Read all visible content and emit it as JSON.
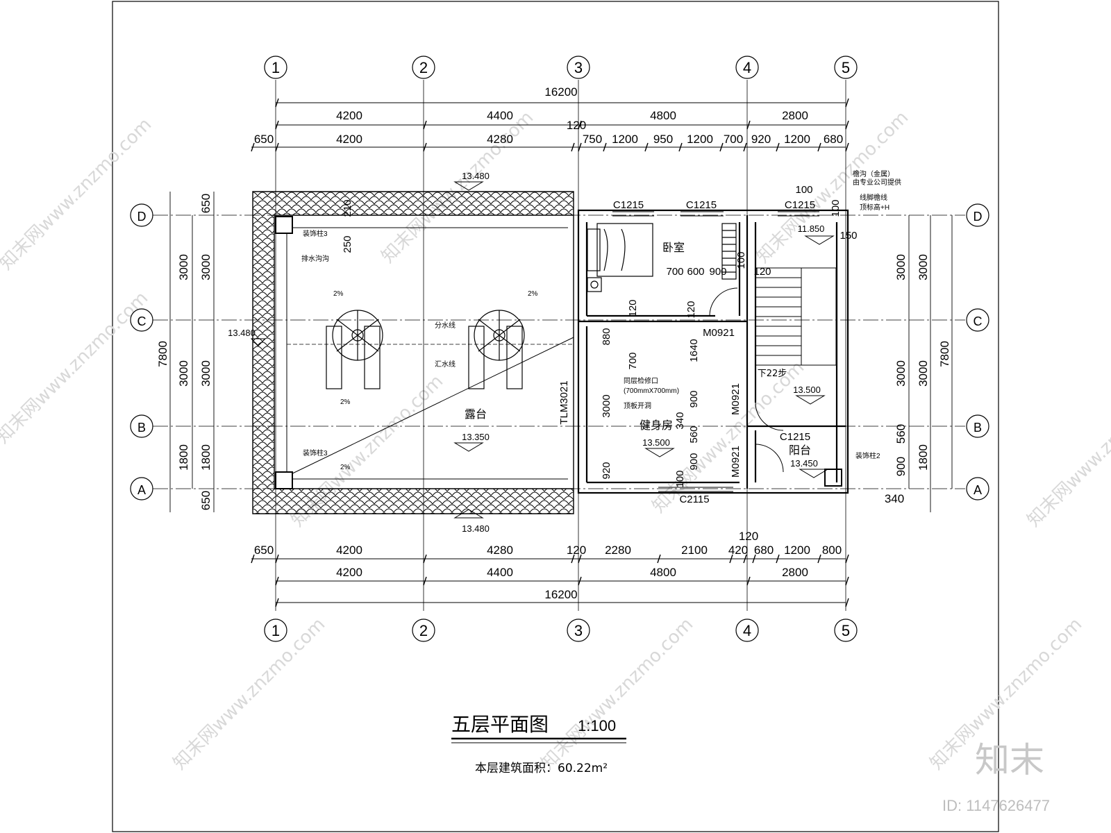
{
  "drawing": {
    "title": "五层平面图",
    "scale": "1:100",
    "area_label": "本层建筑面积：60.22m²",
    "axes_numeric": [
      "1",
      "2",
      "3",
      "4",
      "5"
    ],
    "axes_alpha": [
      "D",
      "C",
      "B",
      "A"
    ],
    "dims_top_total": "16200",
    "dims_top_bays": [
      "4200",
      "4400",
      "4800",
      "2800"
    ],
    "dims_top_detail": [
      "650",
      "4200",
      "4280",
      "120",
      "750",
      "1200",
      "950",
      "1200",
      "700",
      "920",
      "1200",
      "680"
    ],
    "dims_bottom_detail": [
      "650",
      "4200",
      "4280",
      "120",
      "2280",
      "2100",
      "420",
      "120",
      "680",
      "1200",
      "800"
    ],
    "dims_bottom_bays": [
      "4200",
      "4400",
      "4800",
      "2800"
    ],
    "dims_bottom_total": "16200",
    "dims_left_total": "7800",
    "dims_left": [
      "650",
      "3000",
      "3000",
      "1800",
      "650"
    ],
    "dims_left_inner": [
      "3000",
      "3000",
      "1800"
    ],
    "dims_right_total": "7800",
    "dims_right": [
      "3000",
      "3000",
      "560",
      "900",
      "340"
    ],
    "dims_right_inner": [
      "3000",
      "3000",
      "1800"
    ],
    "rooms": {
      "bedroom": "卧室",
      "terrace": "露台",
      "gym": "健身房",
      "balcony": "阳台",
      "stair_note": "下22步"
    },
    "windows": [
      "C1215",
      "C1215",
      "C1215",
      "C1215",
      "C2115"
    ],
    "doors": [
      "M0921",
      "M0921",
      "M0921",
      "TLM3021"
    ],
    "elevations": {
      "roof_top": "13.480",
      "roof_left": "13.480",
      "roof_bottom": "13.480",
      "terrace": "13.350",
      "gym": "13.500",
      "stair": "13.500",
      "balcony": "13.450",
      "top_right": "11.850"
    },
    "interior_dims": [
      "700",
      "600",
      "900",
      "120",
      "120",
      "880",
      "1640",
      "700",
      "3000",
      "900",
      "340",
      "560",
      "900",
      "920",
      "100",
      "120",
      "250",
      "210",
      "100",
      "150",
      "100",
      "100"
    ],
    "notes": {
      "hatch": "同层检修口",
      "hatch_size": "(700mmX700mm)",
      "hatch_note": "顶板开洞",
      "deco_col_a": "装饰柱3",
      "deco_col_b": "装饰柱3",
      "deco_col_c": "装饰柱2",
      "drain": "排水沟沟",
      "ridge": "分水线",
      "valley": "汇水线",
      "slope": "2%",
      "gutter_1": "檐沟（金属）",
      "gutter_2": "由专业公司提供",
      "gutter_3": "线脚檐线",
      "gutter_4": "顶标高+H"
    },
    "watermark": "知末网www.znzmo.com",
    "brand": "知末",
    "id_text": "ID: 1147626477"
  }
}
